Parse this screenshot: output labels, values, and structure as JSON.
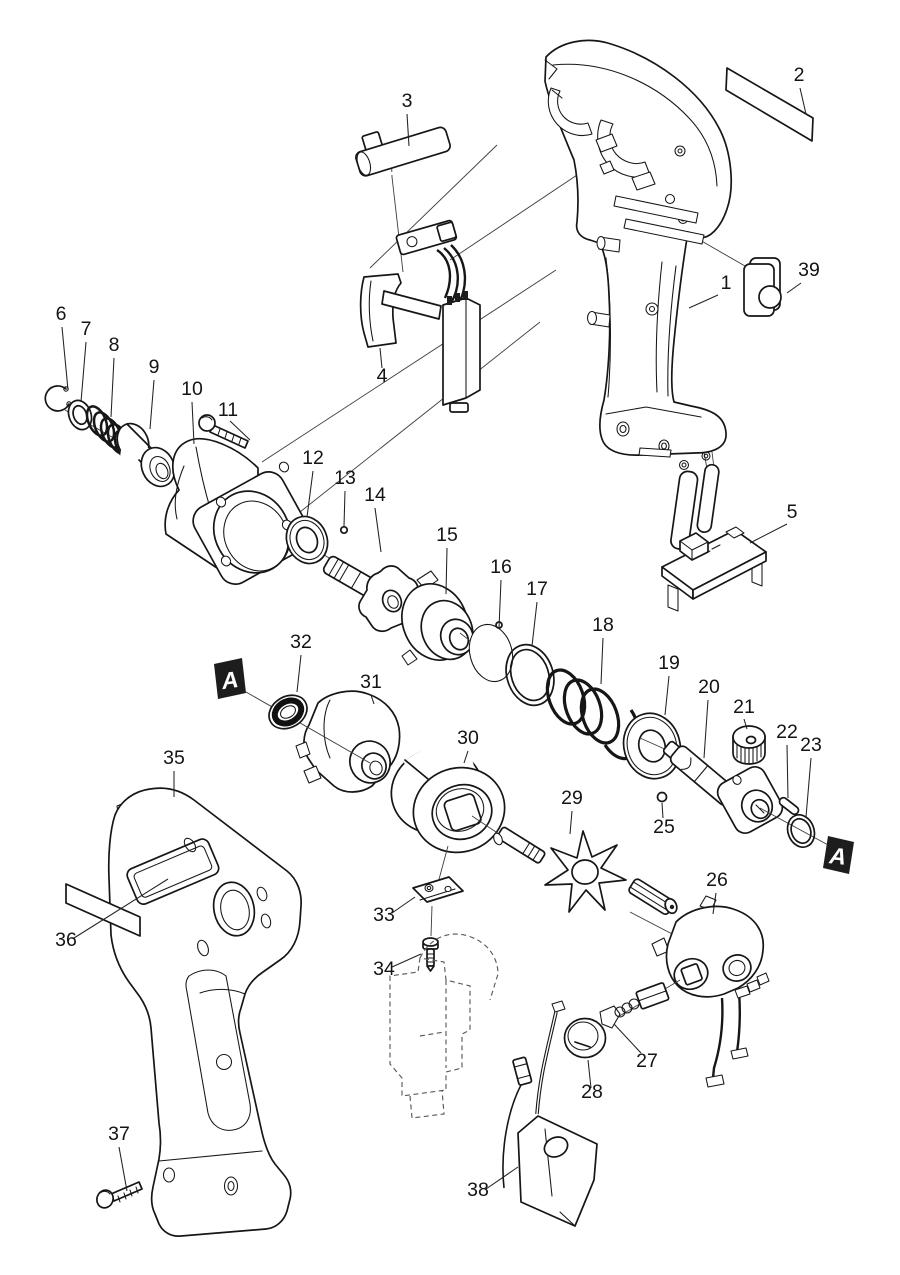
{
  "diagram": {
    "background": "#ffffff",
    "line_color": "#161616",
    "callouts": {
      "n1": "1",
      "n2": "2",
      "n3": "3",
      "n4": "4",
      "n5": "5",
      "n6": "6",
      "n7": "7",
      "n8": "8",
      "n9": "9",
      "n10": "10",
      "n11": "11",
      "n12": "12",
      "n13": "13",
      "n14": "14",
      "n15": "15",
      "n16": "16",
      "n17": "17",
      "n18": "18",
      "n19": "19",
      "n20": "20",
      "n21": "21",
      "n22": "22",
      "n23": "23",
      "n25": "25",
      "n26": "26",
      "n27": "27",
      "n28": "28",
      "n29": "29",
      "n30": "30",
      "n31": "31",
      "n32": "32",
      "n33": "33",
      "n34": "34",
      "n35": "35",
      "n36": "36",
      "n37": "37",
      "n38": "38",
      "n39": "39"
    },
    "markers": {
      "top": "A",
      "bottom": "A"
    }
  }
}
